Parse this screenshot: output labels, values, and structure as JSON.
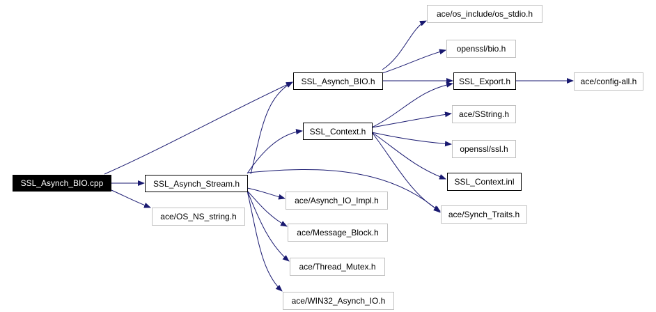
{
  "nodes": {
    "ssl_asynch_bio_cpp": "SSL_Asynch_BIO.cpp",
    "ssl_asynch_stream_h": "SSL_Asynch_Stream.h",
    "ace_os_ns_string_h": "ace/OS_NS_string.h",
    "ssl_asynch_bio_h": "SSL_Asynch_BIO.h",
    "ssl_context_h": "SSL_Context.h",
    "ace_os_include_os_stdio_h": "ace/os_include/os_stdio.h",
    "openssl_bio_h": "openssl/bio.h",
    "ssl_export_h": "SSL_Export.h",
    "ace_config_all_h": "ace/config-all.h",
    "ace_sstring_h": "ace/SString.h",
    "openssl_ssl_h": "openssl/ssl.h",
    "ssl_context_inl": "SSL_Context.inl",
    "ace_synch_traits_h": "ace/Synch_Traits.h",
    "ace_asynch_io_impl_h": "ace/Asynch_IO_Impl.h",
    "ace_message_block_h": "ace/Message_Block.h",
    "ace_thread_mutex_h": "ace/Thread_Mutex.h",
    "ace_win32_asynch_io_h": "ace/WIN32_Asynch_IO.h"
  },
  "colors": {
    "edge": "#191970",
    "external_border": "#c0c0c0",
    "node_border": "#000000",
    "main_fill": "#000000",
    "main_text": "#ffffff"
  }
}
